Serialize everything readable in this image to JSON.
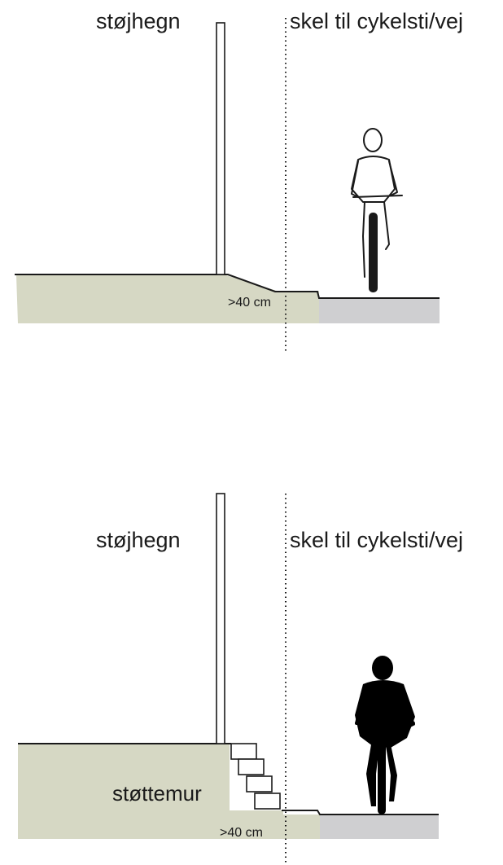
{
  "panel_top": {
    "label_fence": "støjhegn",
    "label_boundary": "skel til cykelsti/vej",
    "label_distance": ">40 cm"
  },
  "panel_bottom": {
    "label_fence": "støjhegn",
    "label_boundary": "skel til cykelsti/vej",
    "label_distance": ">40 cm",
    "label_wall": "støttemur"
  },
  "colors": {
    "ground": "#d6d8c4",
    "path": "#cfcfd1",
    "line": "#1a1a1a",
    "cyclist_silhouette": "#000000"
  },
  "icons": {
    "cyclist_top": "cyclist-outline-icon",
    "cyclist_bottom": "cyclist-silhouette-icon"
  }
}
